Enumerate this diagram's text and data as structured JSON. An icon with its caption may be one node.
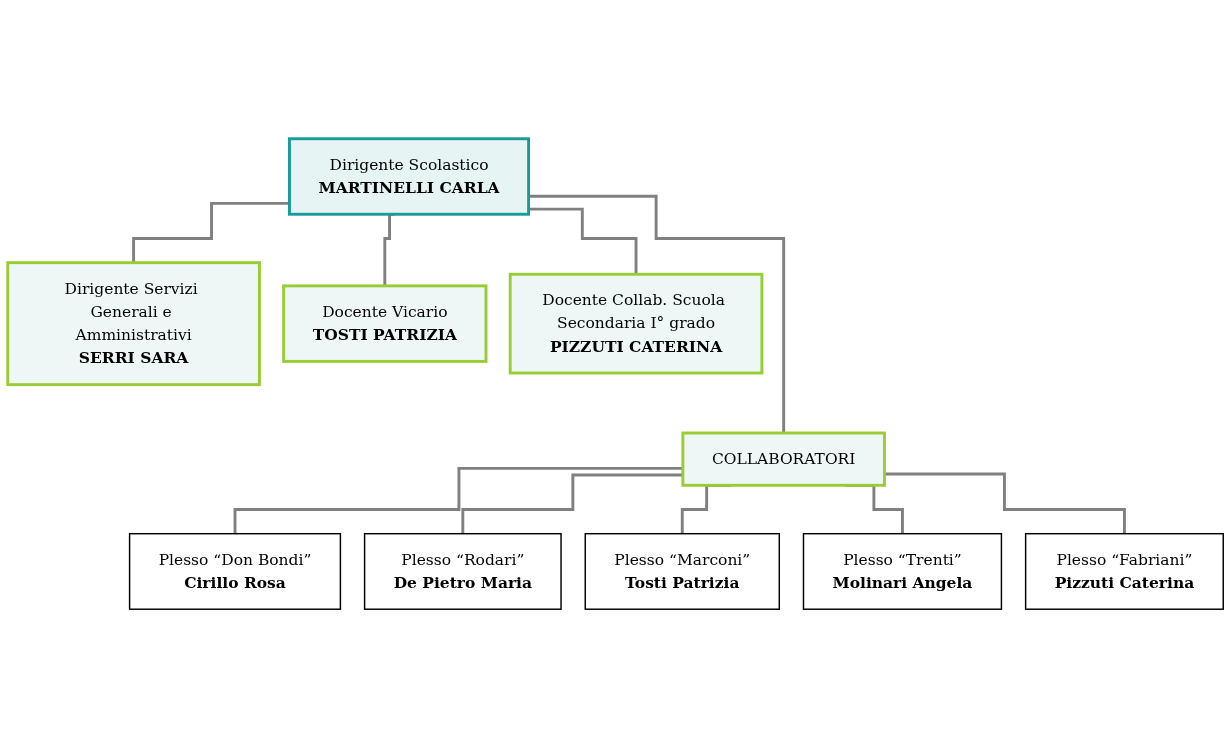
{
  "diagram": {
    "nodes": [
      {
        "text": [
          "Dirigente Scolastico",
          "MARTINELLI CARLA"
        ]
      },
      {
        "text": [
          "Dirigente Servizi Generali e Amministrativi",
          "SERRI SARA"
        ]
      },
      {
        "text": [
          "Docente Vicario",
          "TOSTI PATRIZIA"
        ]
      },
      {
        "text": [
          "Docente Collab. Scuola Secondaria I° grado",
          "PIZZUTI CATERINA"
        ]
      },
      {
        "text": [
          "COLLABORATORI"
        ]
      },
      {
        "text": [
          "Plesso “Don Bondi”",
          "Cirillo Rosa"
        ]
      },
      {
        "text": [
          "Plesso “Rodari”",
          "De Pietro Maria"
        ]
      },
      {
        "text": [
          "Plesso “Marconi”",
          "Tosti Patrizia"
        ]
      },
      {
        "text": [
          "Plesso “Trenti”",
          "Molinari Angela"
        ]
      },
      {
        "text": [
          "Plesso “Fabriani”",
          "Pizzuti Caterina"
        ]
      }
    ],
    "edges": [
      {
        "from": 0,
        "to": 1,
        "arrow": "none"
      },
      {
        "from": 0,
        "to": 2,
        "arrow": "none"
      },
      {
        "from": 0,
        "to": 3,
        "arrow": "none"
      },
      {
        "from": 0,
        "to": 4,
        "arrow": "none"
      },
      {
        "from": 4,
        "to": 5,
        "arrow": "none"
      },
      {
        "from": 4,
        "to": 6,
        "arrow": "none"
      },
      {
        "from": 4,
        "to": 7,
        "arrow": "none"
      },
      {
        "from": 4,
        "to": 8,
        "arrow": "none"
      },
      {
        "from": 4,
        "to": 9,
        "arrow": "none"
      }
    ]
  }
}
